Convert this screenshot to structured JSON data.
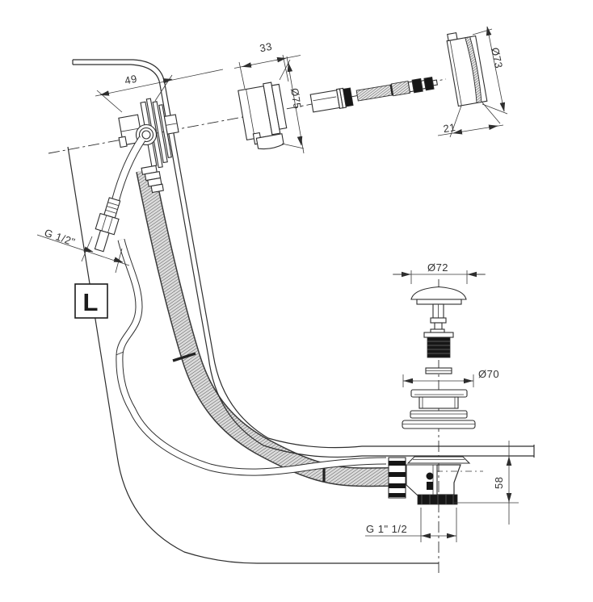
{
  "meta": {
    "type": "technical-drawing",
    "subject": "Bathtub waste, overflow filler and plug - exploded installation diagram"
  },
  "labels": {
    "dim_overflow_offset": "49",
    "dim_mechanism_depth": "33",
    "dia_mechanism": "Ø75",
    "dia_overflow_cover": "Ø73",
    "dim_cover_thickness": "21",
    "thread_filler": "G 1/2\"",
    "marker_length": "L",
    "dia_plug_cap": "Ø72",
    "dia_strainer": "Ø70",
    "dim_waste_height": "58",
    "thread_waste": "G 1\" 1/2"
  },
  "colors": {
    "line": "#2e2e2e",
    "background": "#ffffff",
    "thread_fill": "#161616",
    "hose_fill": "#dcdcdc"
  }
}
